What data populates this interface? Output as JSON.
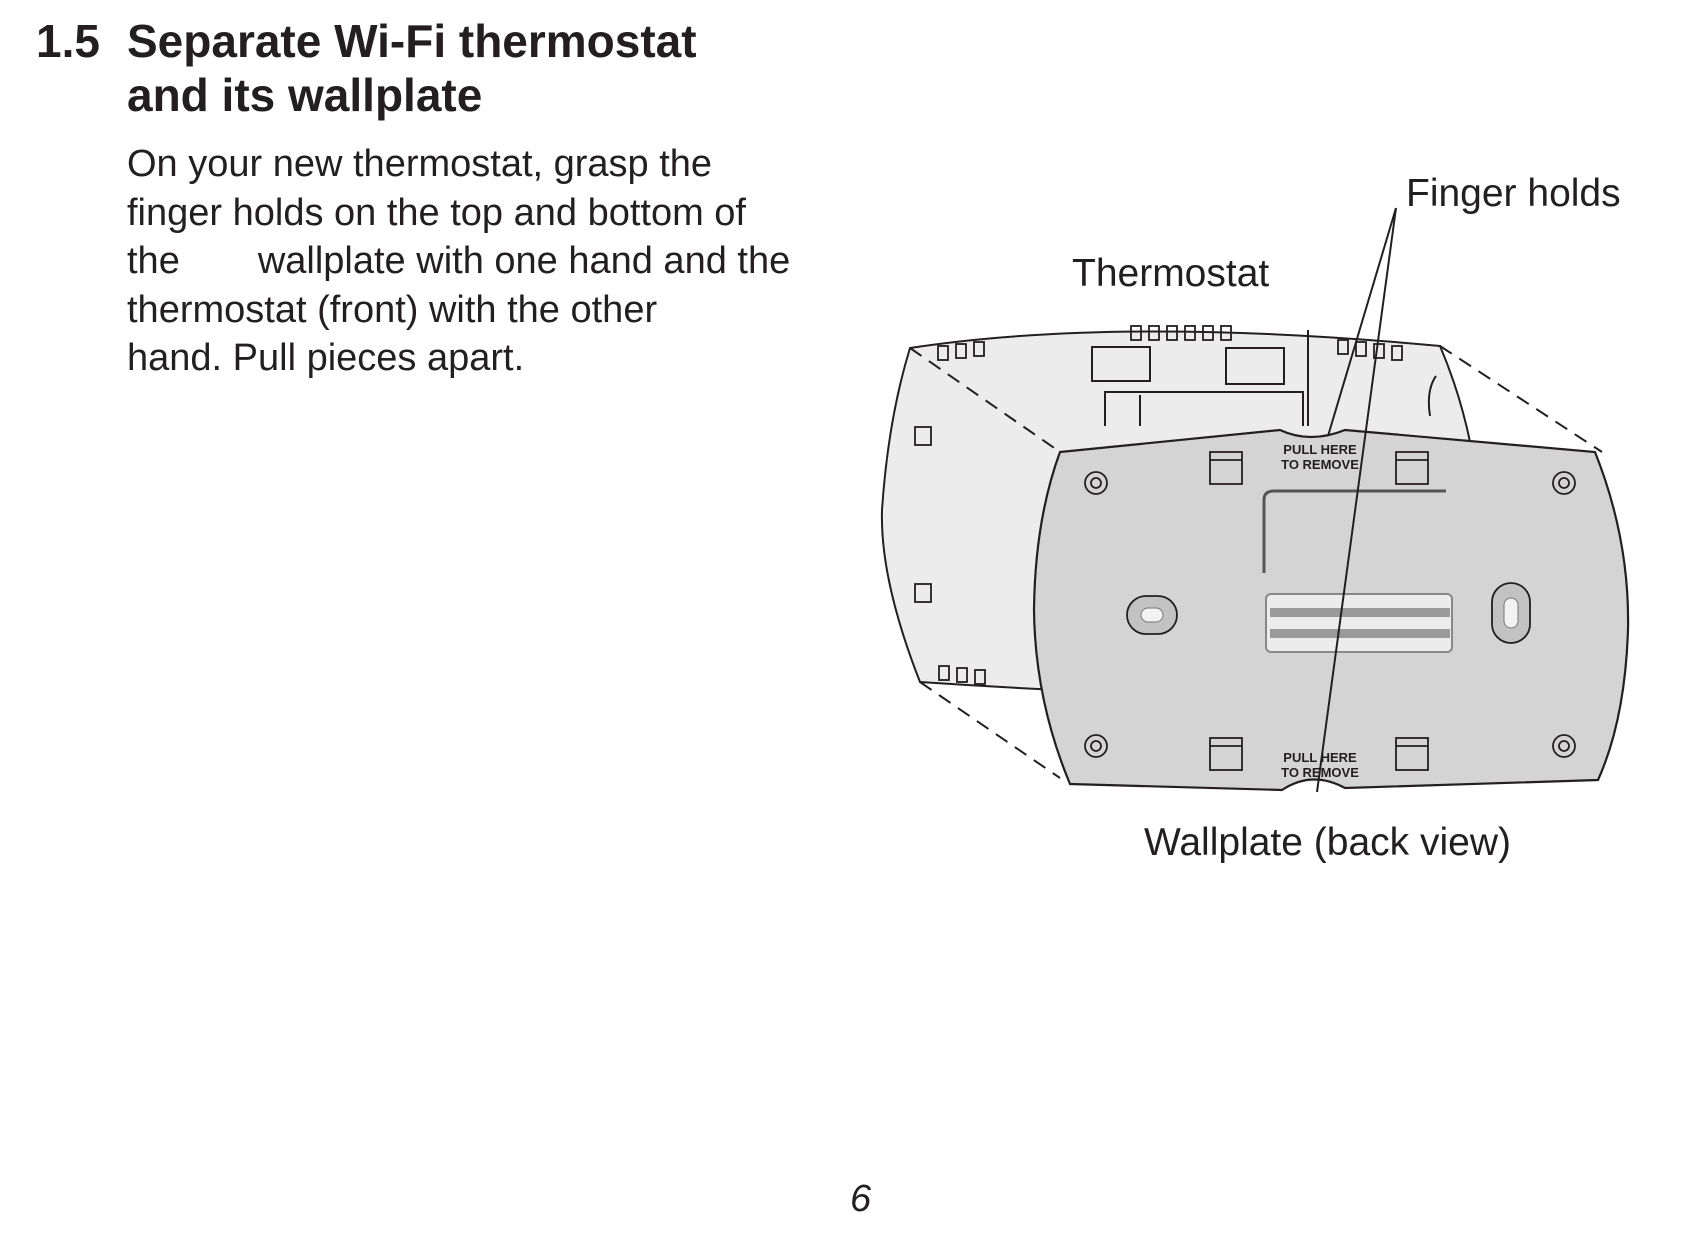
{
  "section": {
    "number": "1.5",
    "title_line1": "Separate Wi-Fi thermostat",
    "title_line2": "and its wallplate"
  },
  "body": {
    "line1": "On your new thermostat, grasp the",
    "line2": "finger holds on the top and bottom of",
    "line3a": "the",
    "line3b": "wallplate with one hand and the",
    "line4": "thermostat (front) with the other",
    "line5": "hand. Pull pieces apart."
  },
  "figure": {
    "label_thermostat": "Thermostat",
    "label_finger_holds": "Finger holds",
    "label_wallplate": "Wallplate (back view)",
    "pull_top_line1": "PULL HERE",
    "pull_top_line2": "TO REMOVE",
    "pull_bottom_line1": "PULL HERE",
    "pull_bottom_line2": "TO REMOVE",
    "colors": {
      "thermostat_fill": "#ececed",
      "wallplate_fill": "#d4d4d5",
      "outline": "#231f20",
      "stripe": "#9a9a9b"
    }
  },
  "footer": {
    "page_number": "6"
  }
}
